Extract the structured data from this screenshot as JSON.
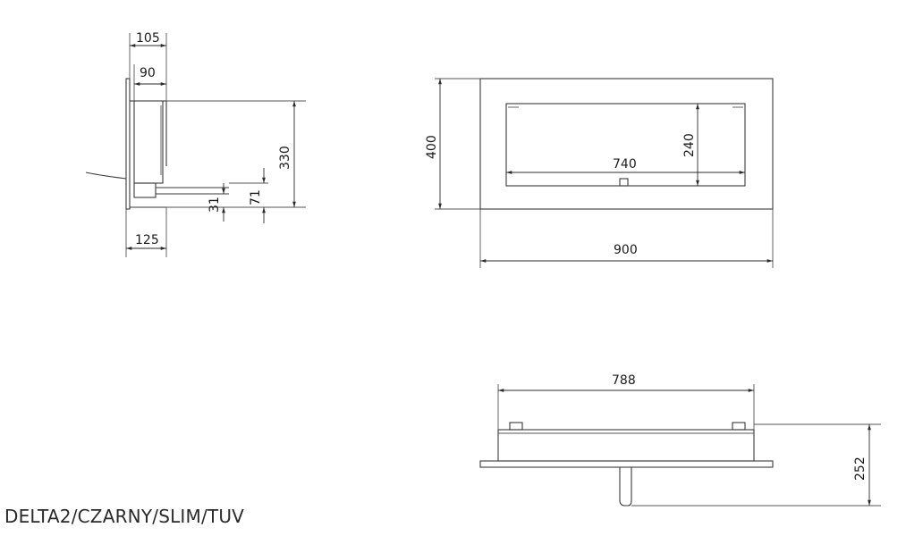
{
  "caption": "DELTA2/CZARNY/SLIM/TUV",
  "side_view": {
    "width_top": "105",
    "width_inner": "90",
    "height_total": "330",
    "height_mid": "71",
    "height_low": "31",
    "depth_bottom": "125"
  },
  "front_view": {
    "height_outer": "400",
    "height_opening": "240",
    "width_opening": "740",
    "width_outer": "900"
  },
  "top_view": {
    "width_burner": "788",
    "depth": "252"
  },
  "colors": {
    "line": "#3a3a3a",
    "text": "#1a1a1a"
  }
}
